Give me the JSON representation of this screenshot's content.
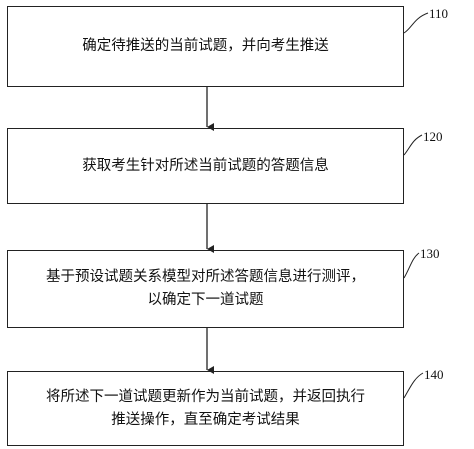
{
  "steps": [
    {
      "text": "确定待推送的当前试题，并向考生推送",
      "ref": "110"
    },
    {
      "text": "获取考生针对所述当前试题的答题信息",
      "ref": "120"
    },
    {
      "text_lines": [
        "基于预设试题关系模型对所述答题信息进行测评，",
        "以确定下一道试题"
      ],
      "ref": "130"
    },
    {
      "text_lines": [
        "将所述下一道试题更新作为当前试题，并返回执行",
        "推送操作，直至确定考试结果"
      ],
      "ref": "140"
    }
  ],
  "colors": {
    "line": "#222222",
    "text": "#111111",
    "background": "#ffffff"
  }
}
